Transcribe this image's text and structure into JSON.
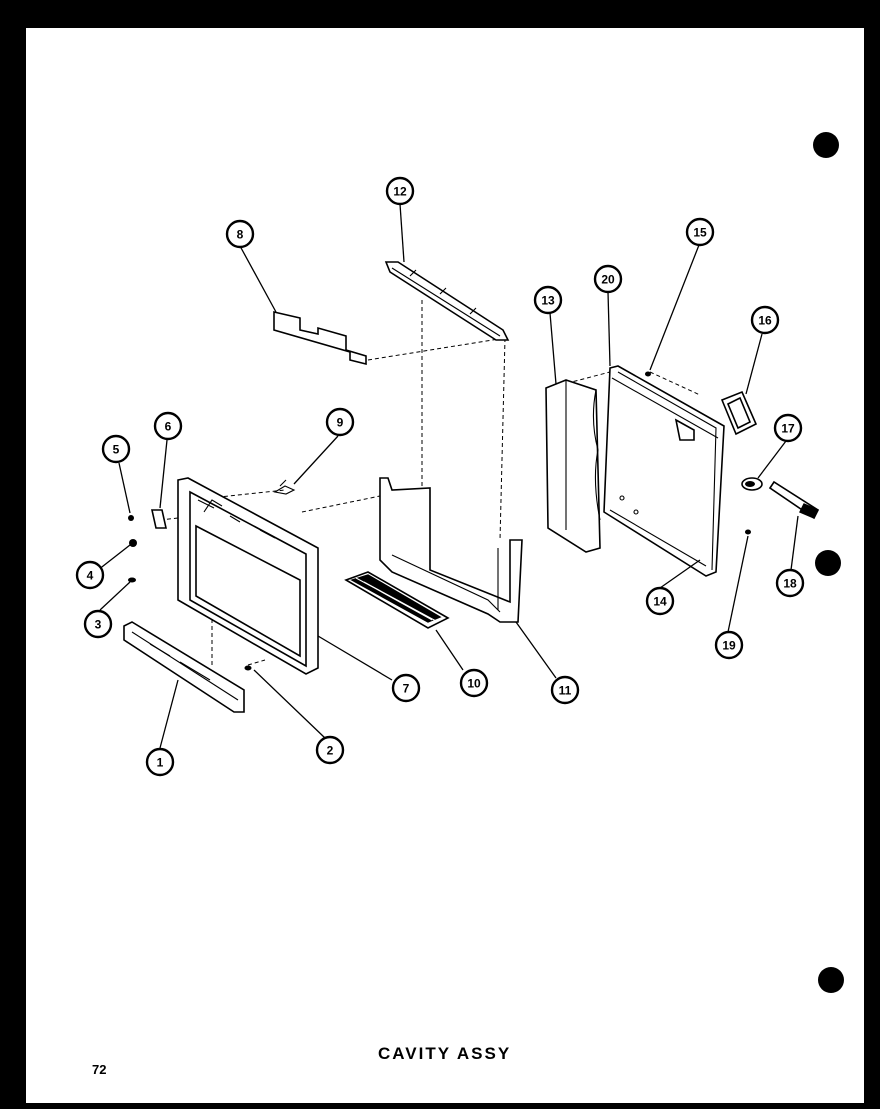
{
  "caption": "CAVITY ASSY",
  "page_number": "72",
  "callouts": [
    {
      "label": "1"
    },
    {
      "label": "2"
    },
    {
      "label": "3"
    },
    {
      "label": "4"
    },
    {
      "label": "5"
    },
    {
      "label": "6"
    },
    {
      "label": "7"
    },
    {
      "label": "8"
    },
    {
      "label": "9"
    },
    {
      "label": "10"
    },
    {
      "label": "11"
    },
    {
      "label": "12"
    },
    {
      "label": "13"
    },
    {
      "label": "14"
    },
    {
      "label": "15"
    },
    {
      "label": "16"
    },
    {
      "label": "17"
    },
    {
      "label": "18"
    },
    {
      "label": "19"
    },
    {
      "label": "20"
    }
  ],
  "colors": {
    "ink": "#000000",
    "paper": "#ffffff",
    "border": "#000000"
  }
}
